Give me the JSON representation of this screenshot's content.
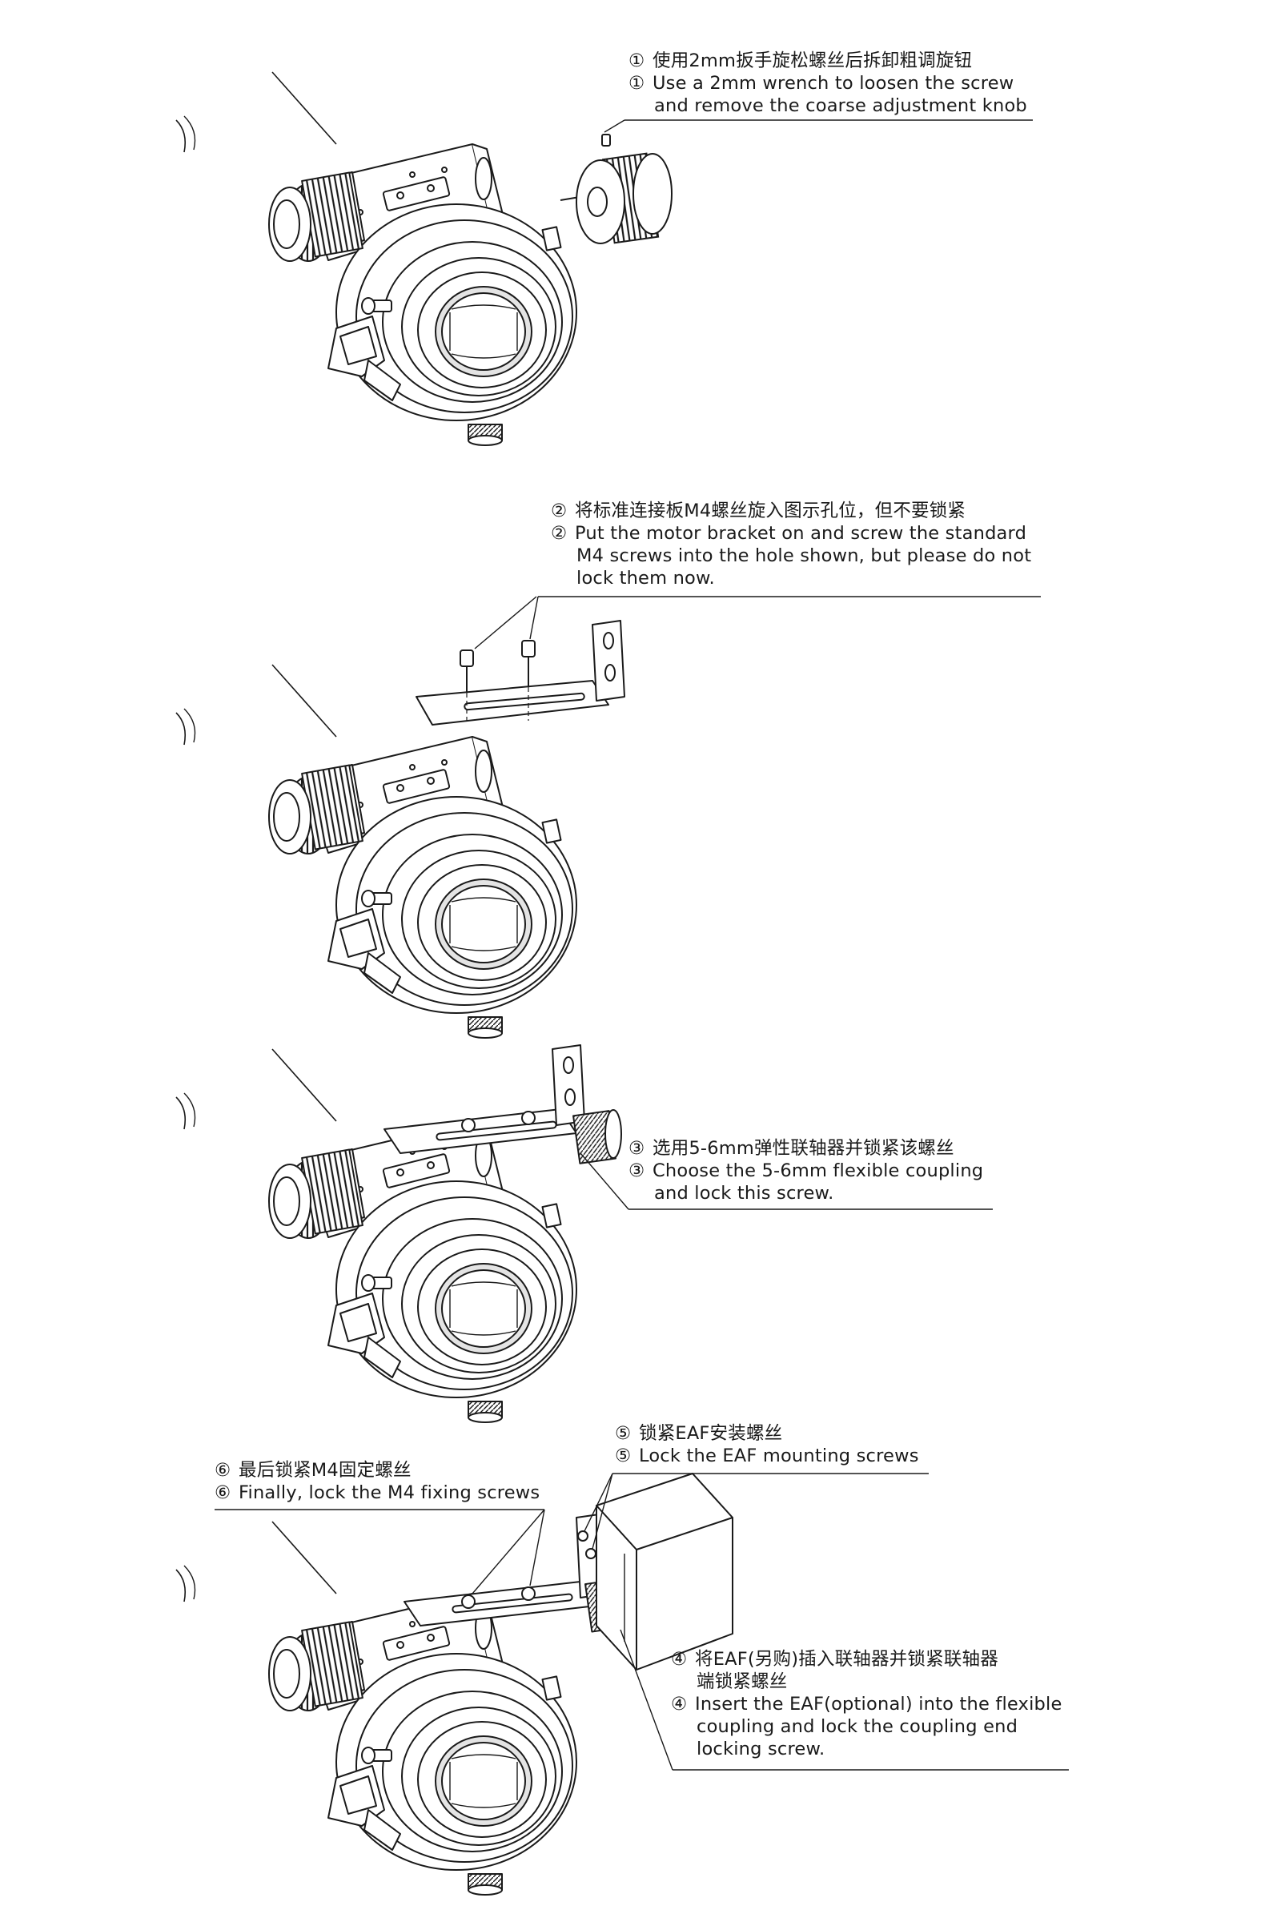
{
  "steps": [
    {
      "number": "①",
      "zh": "使用2mm扳手旋松螺丝后拆卸粗调旋钮",
      "en": [
        "Use a 2mm wrench to loosen the screw",
        "and remove the coarse adjustment knob"
      ]
    },
    {
      "number": "②",
      "zh": "将标准连接板M4螺丝旋入图示孔位，但不要锁紧",
      "en": [
        "Put the motor bracket on and screw the standard",
        "M4 screws into the hole shown, but please do not",
        "lock them now."
      ]
    },
    {
      "number": "③",
      "zh": "选用5-6mm弹性联轴器并锁紧该螺丝",
      "en": [
        "Choose the 5-6mm flexible coupling",
        "and lock this screw."
      ]
    },
    {
      "number": "⑤",
      "zh": "锁紧EAF安装螺丝",
      "en": [
        "Lock the EAF mounting screws"
      ]
    },
    {
      "number": "⑥",
      "zh": "最后锁紧M4固定螺丝",
      "en": [
        "Finally, lock the M4 fixing screws"
      ]
    },
    {
      "number": "④",
      "zh": [
        "将EAF(另购)插入联轴器并锁紧联轴器",
        "端锁紧螺丝"
      ],
      "en": [
        "Insert the EAF(optional) into the flexible",
        "coupling and lock the coupling end",
        "locking screw."
      ]
    }
  ],
  "colors": {
    "ink": "#1a1a1a",
    "paper": "#ffffff",
    "shade": "#e4e4e4"
  }
}
